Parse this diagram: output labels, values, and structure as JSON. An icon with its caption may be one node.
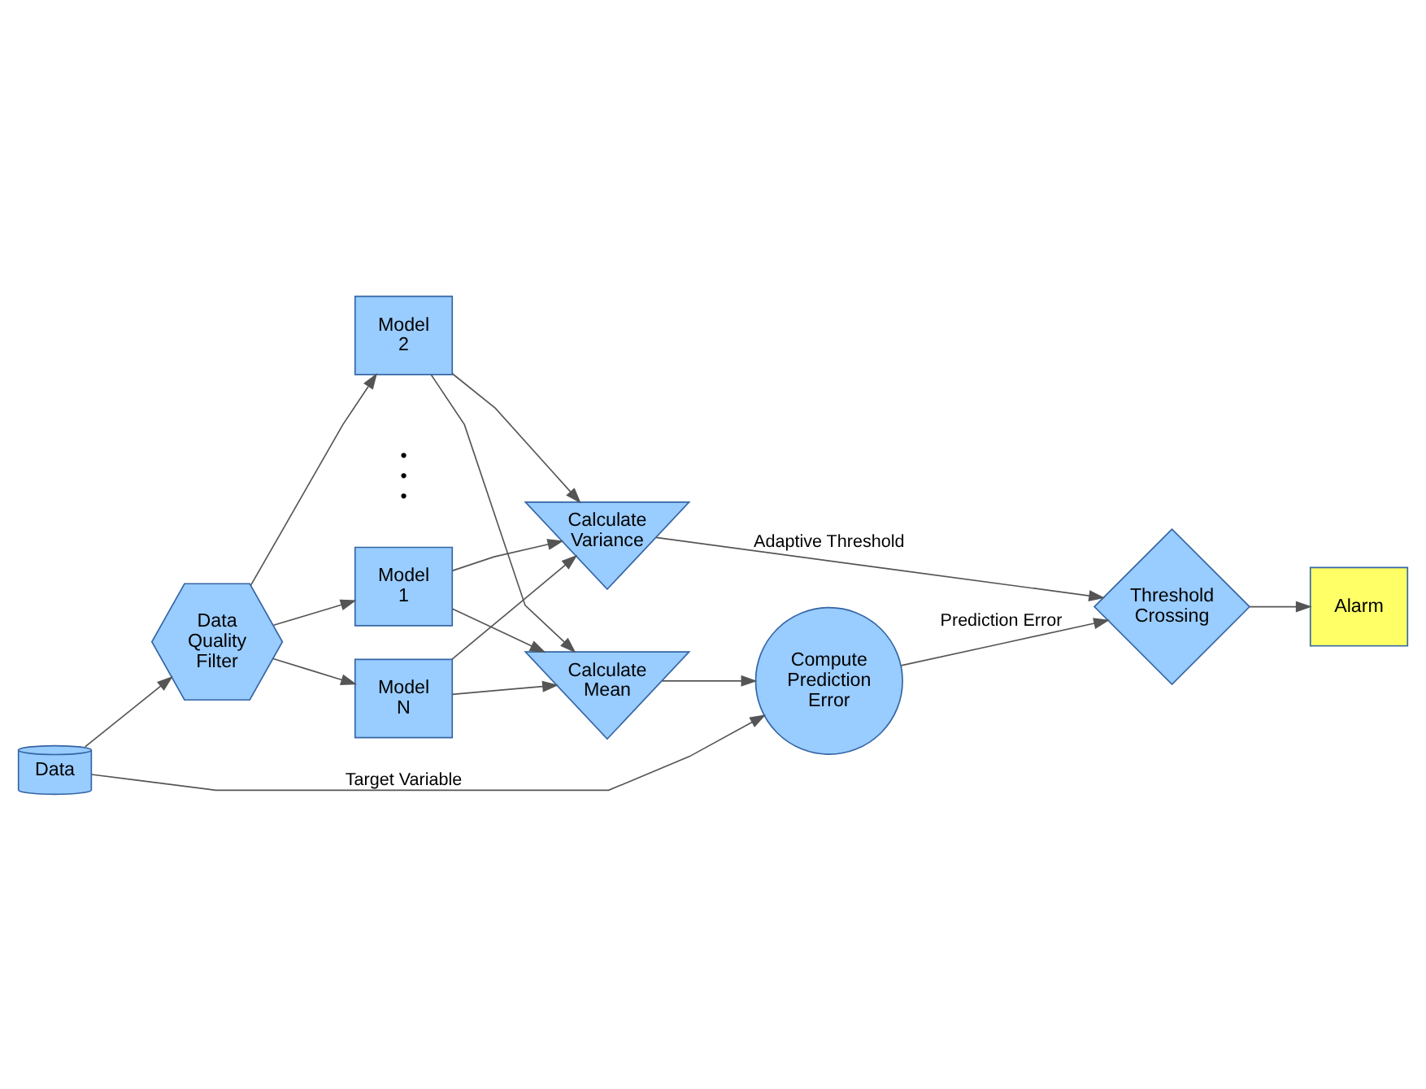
{
  "diagram": {
    "nodes": [
      {
        "text": [
          "Data"
        ]
      },
      {
        "text": [
          "Data Quality Filter"
        ]
      },
      {
        "text": [
          "Model 1"
        ]
      },
      {
        "text": [
          "Model 2"
        ]
      },
      {
        "text": [
          "Model N"
        ]
      },
      {
        "text": [
          "Calculate Variance"
        ]
      },
      {
        "text": [
          "Calculate Mean"
        ]
      },
      {
        "text": [
          "Compute Prediction Error"
        ]
      },
      {
        "text": [
          "Threshold Crossing"
        ]
      },
      {
        "text": [
          "Alarm"
        ]
      }
    ],
    "edges": [
      {
        "from": 0,
        "to": 1,
        "arrow": "to"
      },
      {
        "from": 0,
        "to": 7,
        "arrow": "to",
        "label": "Target Variable"
      },
      {
        "from": 1,
        "to": 2,
        "arrow": "to"
      },
      {
        "from": 1,
        "to": 3,
        "arrow": "to"
      },
      {
        "from": 1,
        "to": 4,
        "arrow": "to"
      },
      {
        "from": 2,
        "to": 5,
        "arrow": "to"
      },
      {
        "from": 2,
        "to": 6,
        "arrow": "to"
      },
      {
        "from": 3,
        "to": 5,
        "arrow": "to"
      },
      {
        "from": 3,
        "to": 6,
        "arrow": "to"
      },
      {
        "from": 4,
        "to": 5,
        "arrow": "to"
      },
      {
        "from": 4,
        "to": 6,
        "arrow": "to"
      },
      {
        "from": 5,
        "to": 8,
        "arrow": "to",
        "label": "Adaptive Threshold"
      },
      {
        "from": 6,
        "to": 7,
        "arrow": "to"
      },
      {
        "from": 7,
        "to": 8,
        "arrow": "to",
        "label": "Prediction Error"
      },
      {
        "from": 8,
        "to": 9,
        "arrow": "to"
      }
    ],
    "labels": [
      "•",
      "•",
      "•"
    ]
  }
}
